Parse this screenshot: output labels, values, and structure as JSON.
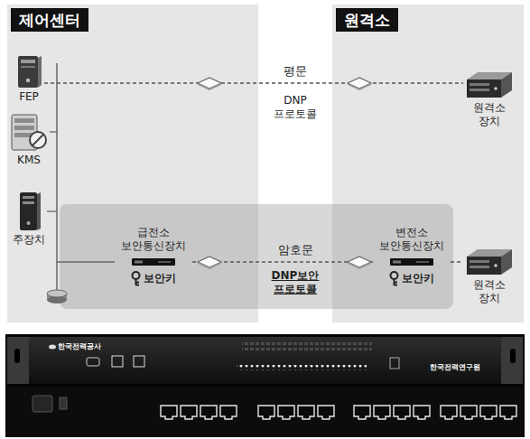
{
  "diagram": {
    "nodes": [
      {
        "text": [
          "제어센터"
        ]
      },
      {
        "text": [
          "FEP"
        ],
        "in": 0
      },
      {
        "text": [
          "KMS"
        ],
        "in": 0
      },
      {
        "text": [
          "주장치"
        ],
        "in": 0
      },
      {
        "text": [
          "급전소 보안통신장치",
          "보안키"
        ],
        "in": 0
      },
      {
        "text": [
          "원격소"
        ]
      },
      {
        "text": [
          "원격소 장치"
        ],
        "in": 5
      },
      {
        "text": [
          "변전소 보안통신장치",
          "보안키"
        ],
        "in": 5
      },
      {
        "text": [
          "원격소 장치"
        ],
        "in": 5
      }
    ],
    "edges": [
      {
        "from": 1,
        "to": 6,
        "arrow": "none",
        "label": "평문"
      },
      {
        "from": 4,
        "to": 7,
        "arrow": "none",
        "label": "암호문"
      },
      {
        "from": 7,
        "to": 8,
        "arrow": "none"
      }
    ],
    "labels": [
      "DNP 프로토콜",
      "DNP보안 프로토콜",
      "한국전력공사",
      "한국전력연구원"
    ]
  }
}
